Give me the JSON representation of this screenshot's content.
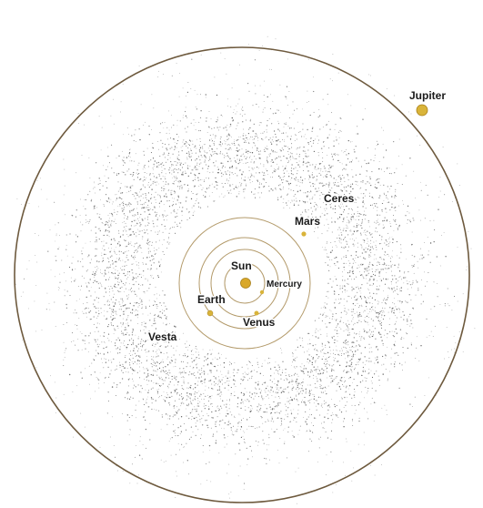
{
  "labels": {
    "sun": "Sun",
    "mercury": "Mercury",
    "venus": "Venus",
    "earth": "Earth",
    "mars": "Mars",
    "ceres": "Ceres",
    "vesta": "Vesta",
    "jupiter": "Jupiter"
  },
  "colors": {
    "orbit": "#b39a6a",
    "jupiter_orbit": "#6e5a3e",
    "planet": "#d9b43a",
    "sun": "#d9a82a",
    "asteroid": "#4a4a4a",
    "label": "#1a1a1a"
  }
}
